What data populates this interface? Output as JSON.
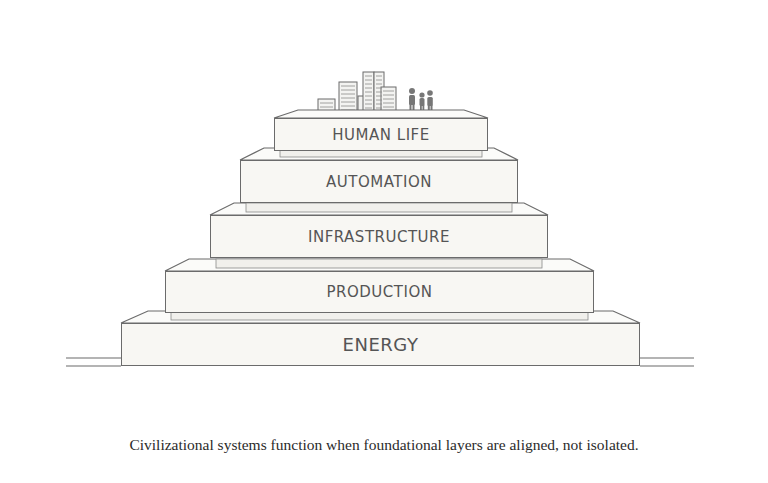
{
  "diagram": {
    "caption": "Civilizational systems function when foundational layers are aligned, not isolated.",
    "nodes": [
      {
        "text": [
          "HUMAN LIFE"
        ]
      },
      {
        "text": [
          "AUTOMATION"
        ]
      },
      {
        "text": [
          "INFRASTRUCTURE"
        ]
      },
      {
        "text": [
          "PRODUCTION"
        ]
      },
      {
        "text": [
          "ENERGY"
        ]
      }
    ]
  }
}
